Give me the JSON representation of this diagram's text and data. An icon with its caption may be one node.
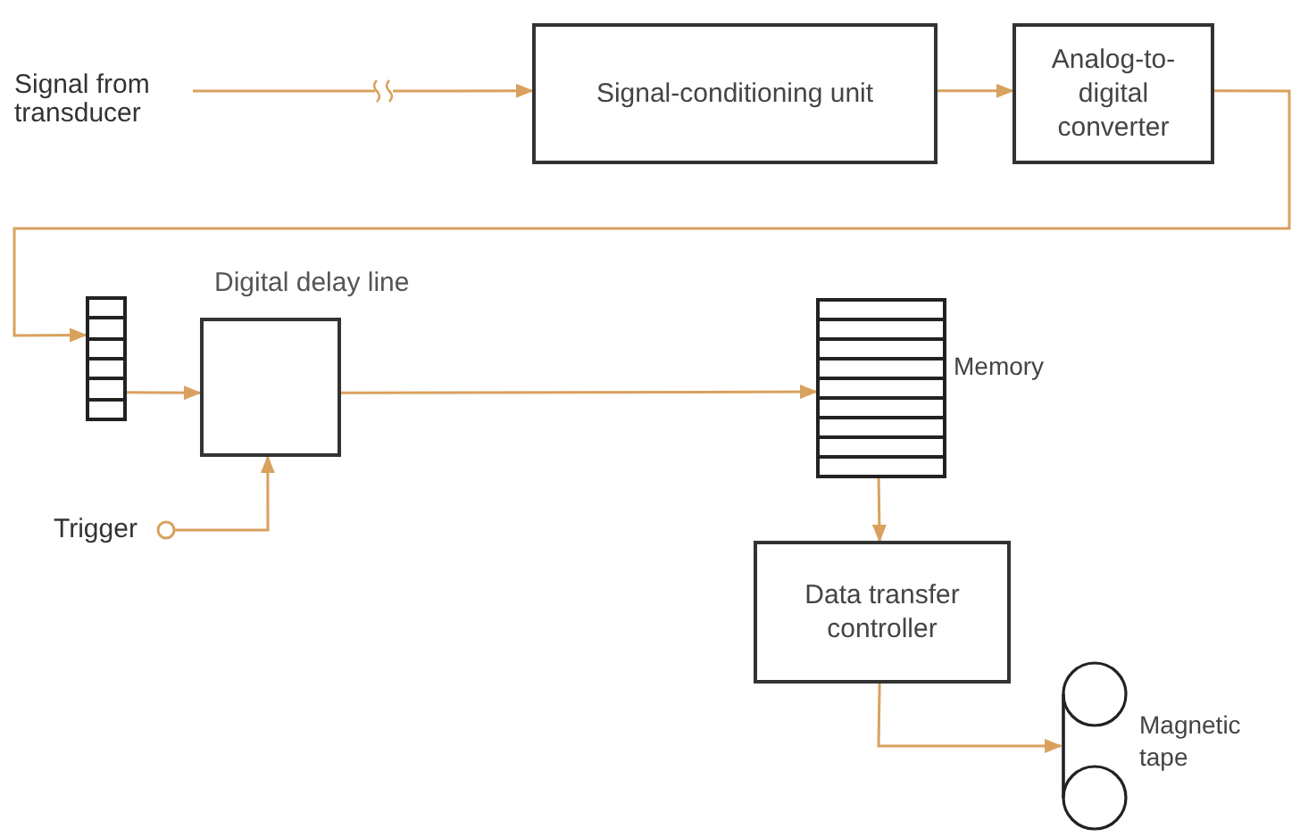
{
  "diagram": {
    "nodes": [
      {
        "text": [
          "Signal from transducer"
        ]
      },
      {
        "text": [
          "Signal-conditioning unit"
        ]
      },
      {
        "text": [
          "Analog-to-digital converter"
        ]
      },
      {
        "text": [],
        "shape": "box"
      },
      {
        "text": [
          "Digital delay line"
        ]
      },
      {
        "text": [
          "Trigger"
        ]
      },
      {
        "text": [],
        "shape": "box",
        "beside": [
          "Memory"
        ]
      },
      {
        "text": [
          "Data transfer controller"
        ]
      },
      {
        "text": [],
        "shape": "picture",
        "beside": [
          "Magnetic tape"
        ]
      }
    ],
    "edges": [
      {
        "from": 0,
        "to": 1,
        "arrow": "to"
      },
      {
        "from": 1,
        "to": 2,
        "arrow": "to"
      },
      {
        "from": 2,
        "to": 3,
        "arrow": "to"
      },
      {
        "from": 3,
        "to": 4,
        "arrow": "to"
      },
      {
        "from": 4,
        "to": 6,
        "arrow": "to"
      },
      {
        "from": 5,
        "to": 4,
        "arrow": "to"
      },
      {
        "from": 6,
        "to": 7,
        "arrow": "to"
      },
      {
        "from": 7,
        "to": 8,
        "arrow": "to"
      }
    ]
  }
}
